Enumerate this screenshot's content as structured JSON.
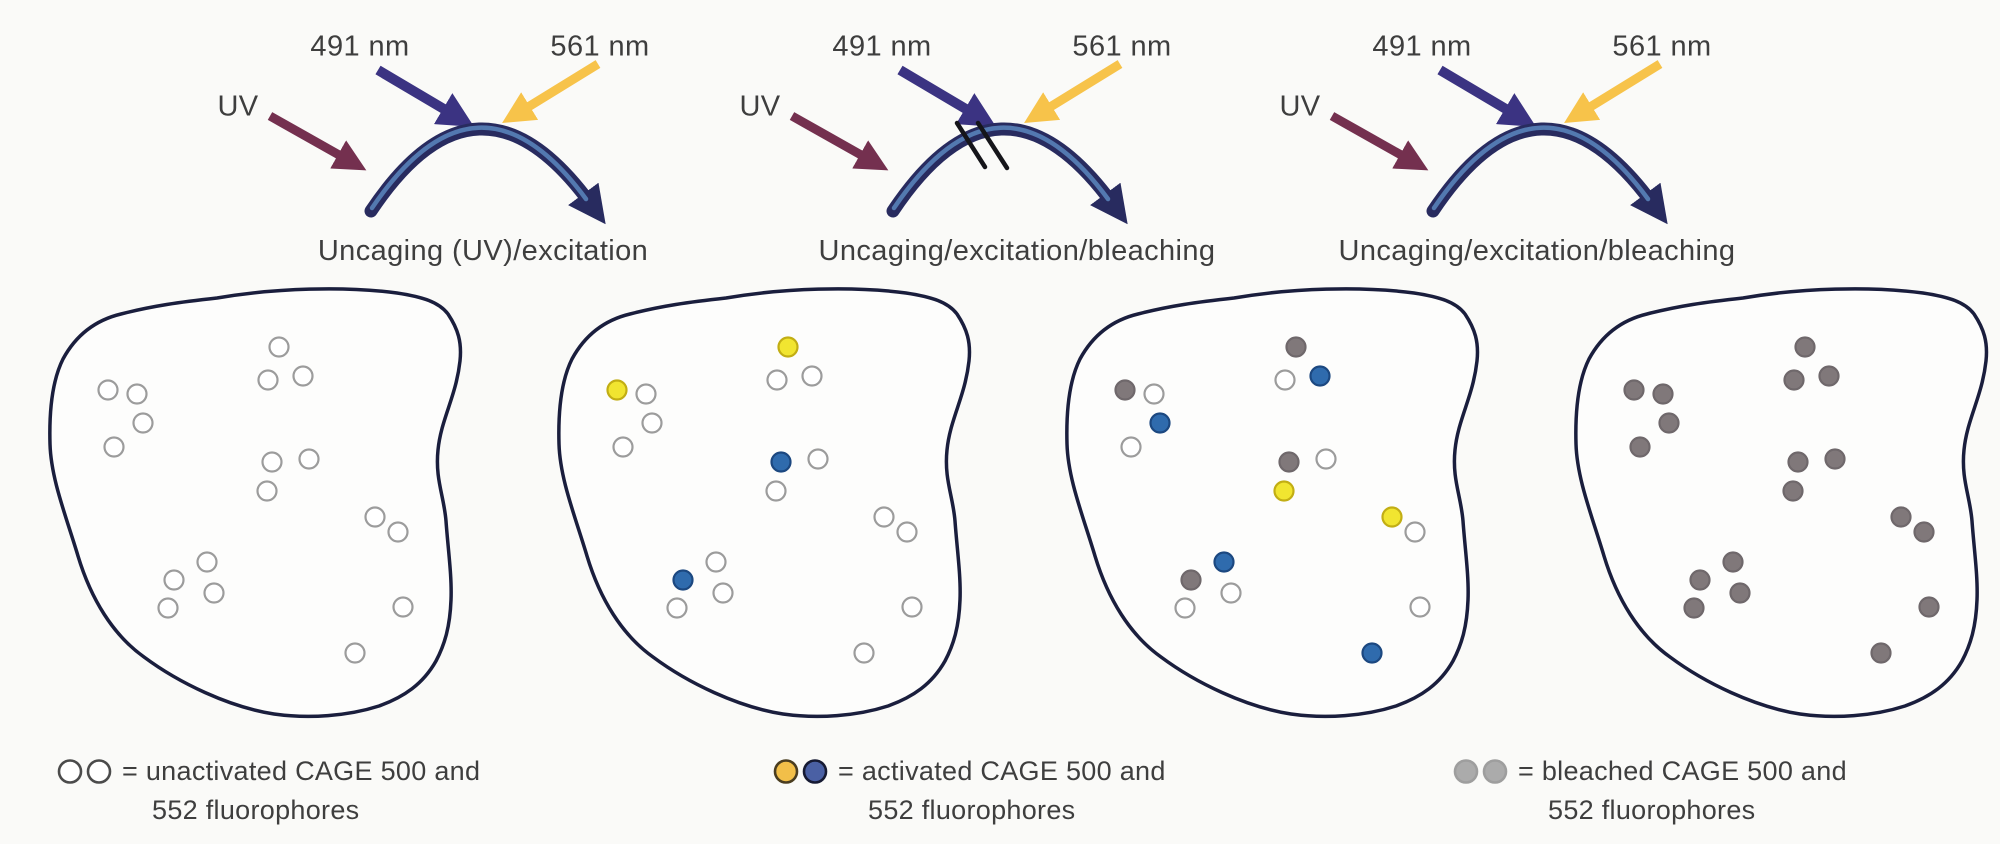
{
  "panels": [
    {
      "uv": "UV",
      "laser_blue": "491 nm",
      "laser_yellow": "561 nm",
      "caption": "Uncaging (UV)/excitation",
      "blocked": false
    },
    {
      "uv": "UV",
      "laser_blue": "491 nm",
      "laser_yellow": "561 nm",
      "caption": "Uncaging/excitation/bleaching",
      "blocked": true
    },
    {
      "uv": "UV",
      "laser_blue": "491 nm",
      "laser_yellow": "561 nm",
      "caption": "Uncaging/excitation/bleaching",
      "blocked": false
    }
  ],
  "cells": {
    "dot_positions": [
      [
        239,
        62
      ],
      [
        228,
        95
      ],
      [
        263,
        91
      ],
      [
        68,
        105
      ],
      [
        97,
        109
      ],
      [
        103,
        138
      ],
      [
        74,
        162
      ],
      [
        232,
        177
      ],
      [
        269,
        174
      ],
      [
        227,
        206
      ],
      [
        335,
        232
      ],
      [
        358,
        247
      ],
      [
        167,
        277
      ],
      [
        134,
        295
      ],
      [
        174,
        308
      ],
      [
        128,
        323
      ],
      [
        363,
        322
      ],
      [
        315,
        368
      ]
    ],
    "states": [
      [
        "open",
        "open",
        "open",
        "open",
        "open",
        "open",
        "open",
        "open",
        "open",
        "open",
        "open",
        "open",
        "open",
        "open",
        "open",
        "open",
        "open",
        "open"
      ],
      [
        "yellow",
        "open",
        "open",
        "yellow",
        "open",
        "open",
        "open",
        "blue",
        "open",
        "open",
        "open",
        "open",
        "open",
        "blue",
        "open",
        "open",
        "open",
        "open"
      ],
      [
        "gray",
        "open",
        "blue",
        "gray",
        "open",
        "blue",
        "open",
        "gray",
        "open",
        "yellow",
        "yellow",
        "open",
        "blue",
        "gray",
        "open",
        "open",
        "open",
        "blue"
      ],
      [
        "gray",
        "gray",
        "gray",
        "gray",
        "gray",
        "gray",
        "gray",
        "gray",
        "gray",
        "gray",
        "gray",
        "gray",
        "gray",
        "gray",
        "gray",
        "gray",
        "gray",
        "gray"
      ]
    ]
  },
  "legend": [
    {
      "swatches": [
        "open",
        "open"
      ],
      "line1": "= unactivated CAGE 500 and",
      "line2": "552 fluorophores"
    },
    {
      "swatches": [
        "yellow",
        "blue"
      ],
      "line1": "= activated CAGE 500 and",
      "line2": "552 fluorophores"
    },
    {
      "swatches": [
        "gray",
        "gray"
      ],
      "line1": "= bleached CAGE 500 and",
      "line2": "552 fluorophores"
    }
  ],
  "colors": {
    "background": "#fafaf8",
    "text": "#3e3e3e",
    "uv_arrow": "#74304f",
    "laser_491": "#3b3382",
    "laser_561": "#f7c34a",
    "arc_outer": "#282b5f",
    "arc_inner": "#5379b0",
    "cell_outline": "#1a1e3d",
    "dot_open_fill": "#ffffff",
    "dot_open_stroke": "#9c9c9c",
    "dot_yellow": "#f1e530",
    "dot_yellow_stroke": "#c2ae14",
    "dot_blue": "#2f6bad",
    "dot_blue_stroke": "#1c4880",
    "dot_gray": "#80787a",
    "dot_gray_stroke": "#6f686b",
    "legend_open_stroke": "#4b4b4b",
    "legend_yellow": "#f2bf49",
    "legend_yellow_stroke": "#4a3d20",
    "legend_blue": "#4a60a4",
    "legend_blue_stroke": "#161a33",
    "legend_gray": "#ababab",
    "legend_gray_stroke": "#9e9e9e"
  }
}
